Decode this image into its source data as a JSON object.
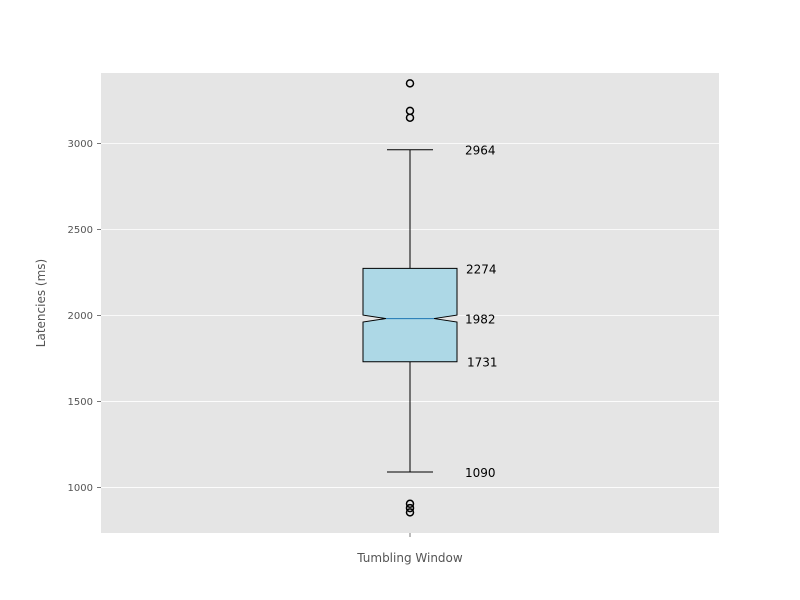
{
  "chart_data": {
    "type": "box",
    "title": "",
    "ylabel": "Latencies (ms)",
    "categories": [
      "Tumbling Window"
    ],
    "ylim": [
      735,
      3410
    ],
    "y_ticks": [
      1000,
      1500,
      2000,
      2500,
      3000
    ],
    "grid": true,
    "notched": true,
    "box": {
      "whisker_low": 1090,
      "q1": 1731,
      "median": 1982,
      "q3": 2274,
      "whisker_high": 2964,
      "notch_low": 1962,
      "notch_high": 2002,
      "outliers": [
        3350,
        3190,
        3150,
        905,
        880,
        855
      ]
    },
    "annotations": [
      "2964",
      "2274",
      "1982",
      "1731",
      "1090"
    ],
    "colors": {
      "plot_background": "#e5e5e5",
      "grid": "#ffffff",
      "box_fill": "#add8e6",
      "median": "#1f77b4",
      "lines": "#000000"
    }
  }
}
